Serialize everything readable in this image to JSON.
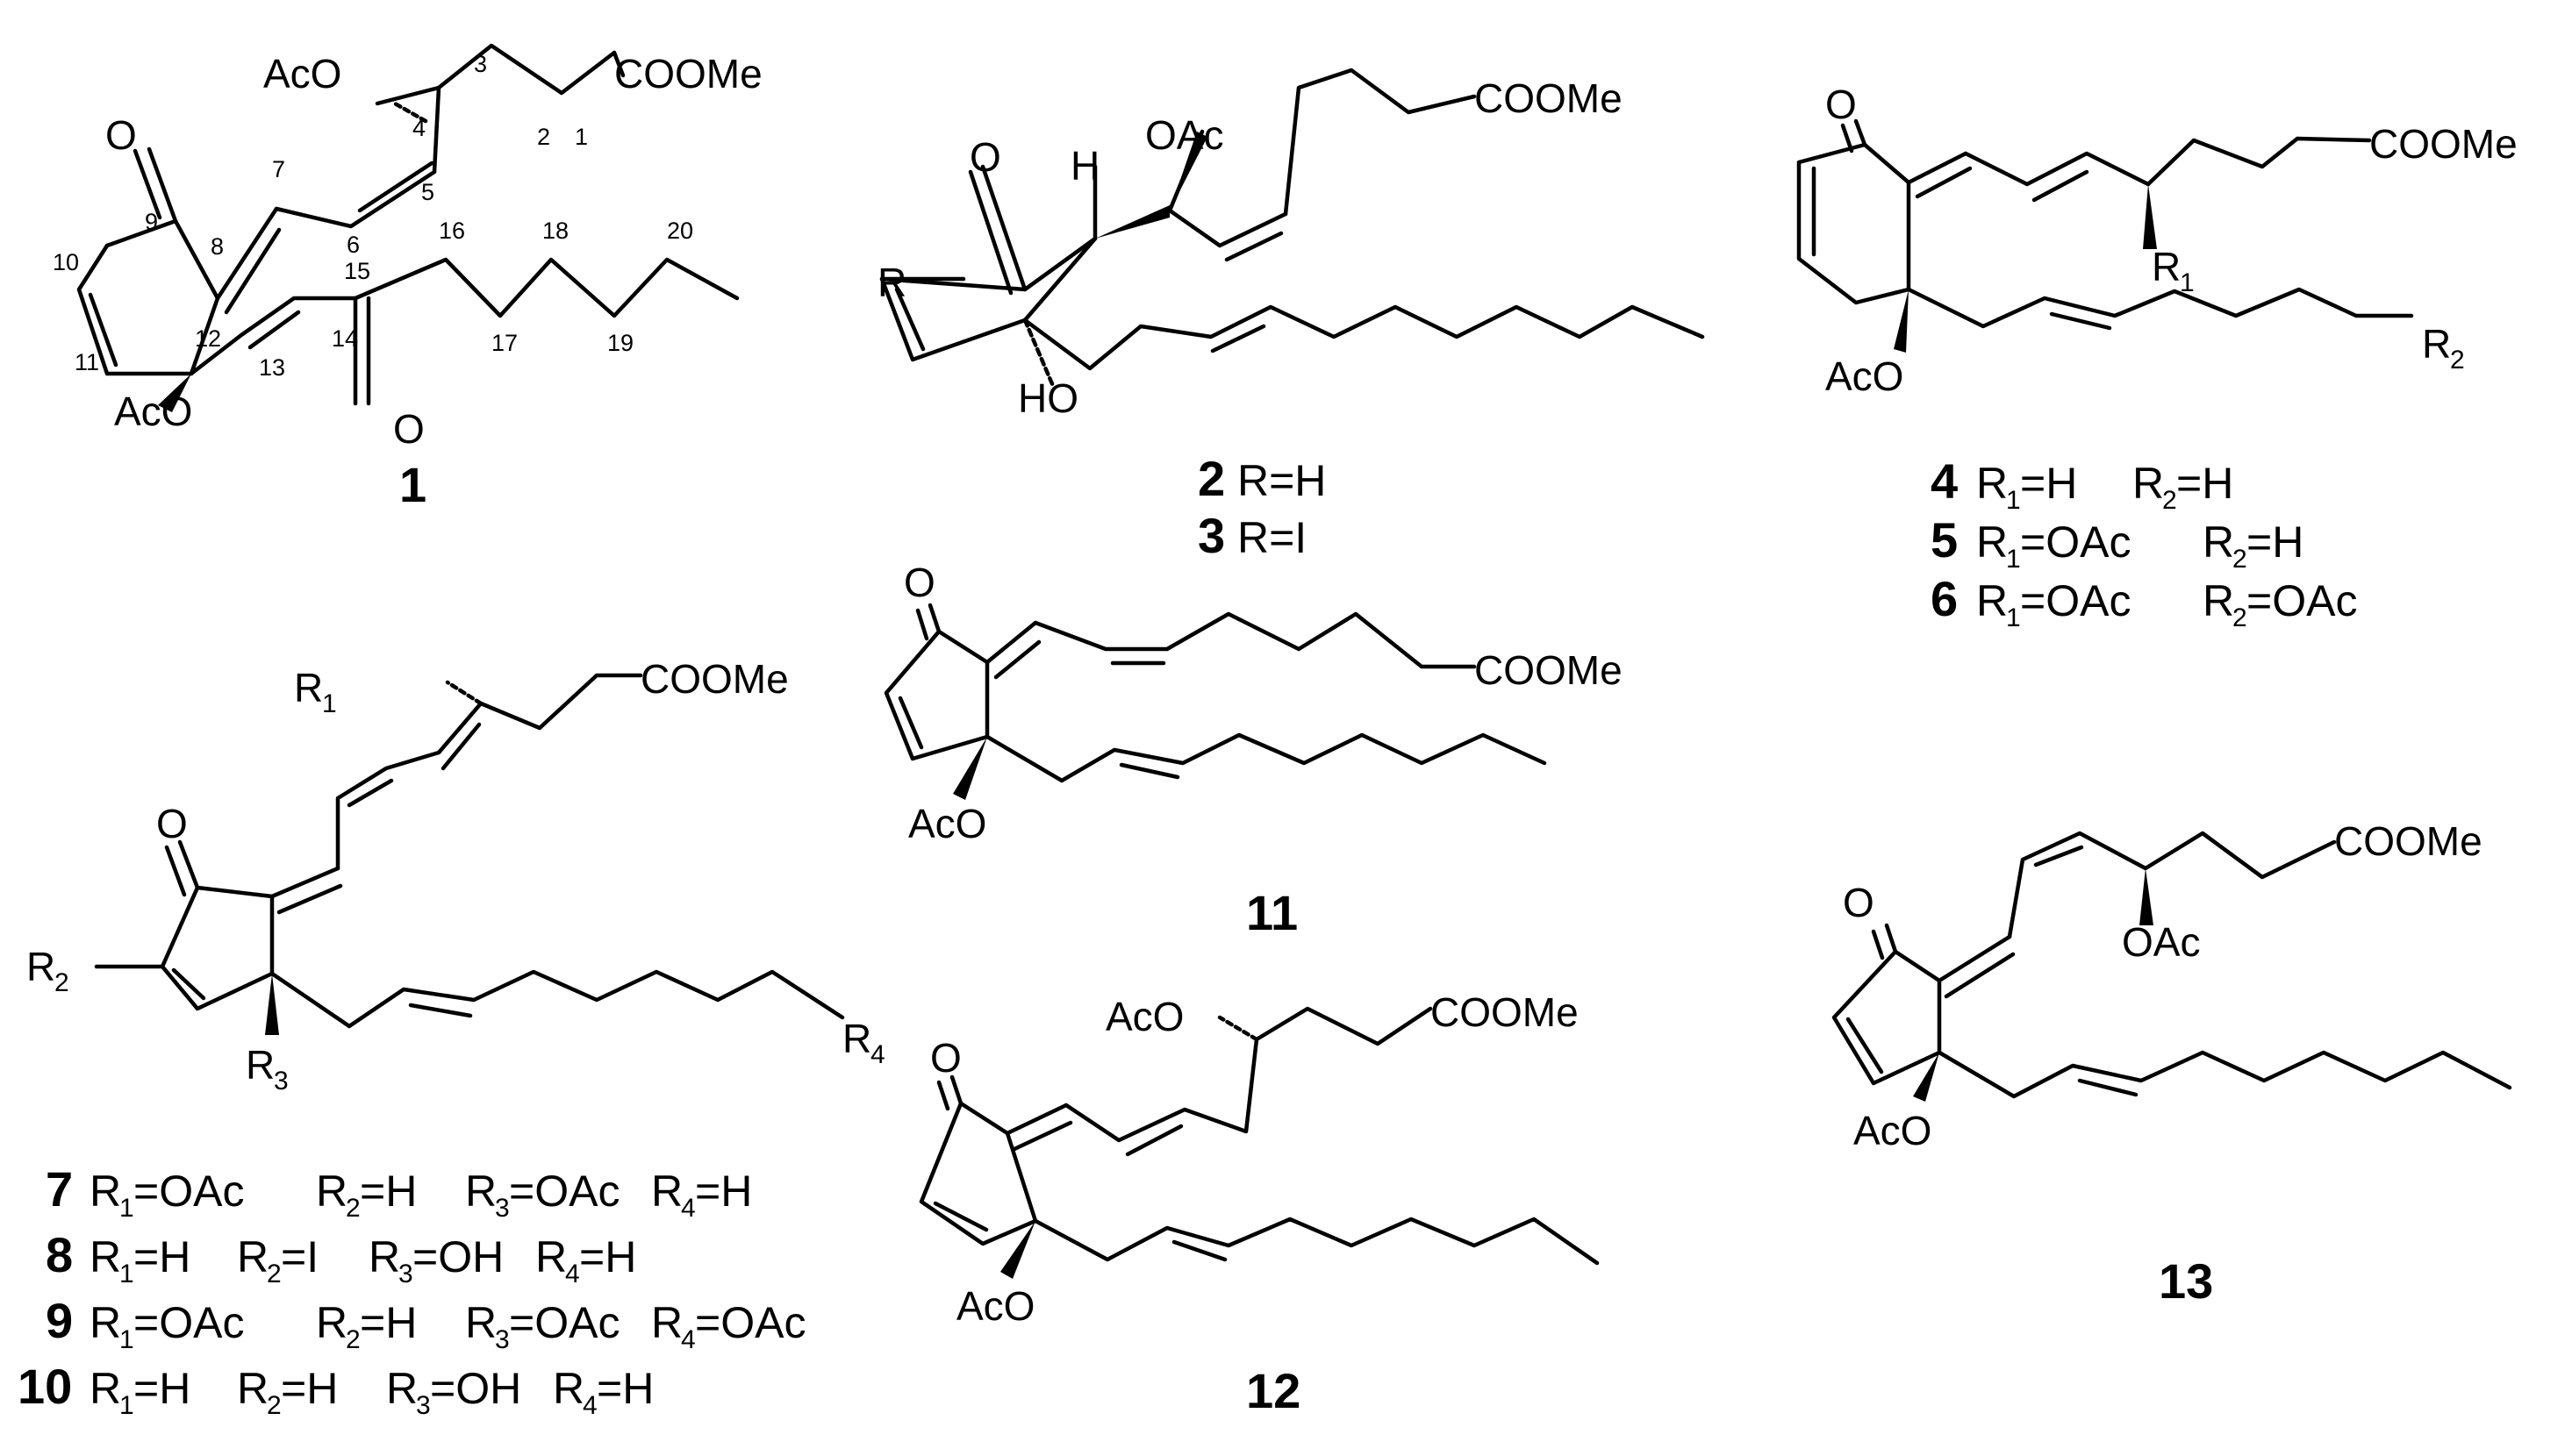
{
  "figure": {
    "colors": {
      "ink": "#000000",
      "background": "#ffffff"
    },
    "compounds": [
      {
        "id": "1",
        "labels": {
          "acetoxy_top": "AcO",
          "ester": "COOMe",
          "ketone_o": "O",
          "acetoxy_bottom": "AcO",
          "ketone_15": "O"
        },
        "locants": [
          "1",
          "2",
          "3",
          "4",
          "5",
          "6",
          "7",
          "8",
          "9",
          "10",
          "11",
          "12",
          "13",
          "14",
          "15",
          "16",
          "17",
          "18",
          "19",
          "20"
        ]
      },
      {
        "id": "2/3",
        "labels": {
          "oac": "OAc",
          "ester": "COOMe",
          "ketone_o": "O",
          "h": "H",
          "r": "R",
          "ho": "HO"
        },
        "variants": [
          {
            "num": "2",
            "text": "R=H"
          },
          {
            "num": "3",
            "text": "R=I"
          }
        ]
      },
      {
        "id": "4-6",
        "labels": {
          "ketone_o": "O",
          "ester": "COOMe",
          "acetoxy": "AcO",
          "r1": "R",
          "r1_sub": "1",
          "r2": "R",
          "r2_sub": "2"
        },
        "variants": [
          {
            "num": "4",
            "r1": "=H",
            "r2": "=H"
          },
          {
            "num": "5",
            "r1": "=OAc",
            "r2": "=H"
          },
          {
            "num": "6",
            "r1": "=OAc",
            "r2": "=OAc"
          }
        ]
      },
      {
        "id": "7-10",
        "labels": {
          "r1": "R",
          "r1_sub": "1",
          "ester": "COOMe",
          "ketone_o": "O",
          "r2": "R",
          "r2_sub": "2",
          "r3": "R",
          "r3_sub": "3",
          "r4": "R",
          "r4_sub": "4"
        },
        "variants": [
          {
            "num": "7",
            "r1": "=OAc",
            "r2": "=H",
            "r3": "=OAc",
            "r4": "=H"
          },
          {
            "num": "8",
            "r1": "=H",
            "r2": "=I",
            "r3": "=OH",
            "r4": "=H"
          },
          {
            "num": "9",
            "r1": "=OAc",
            "r2": "=H",
            "r3": "=OAc",
            "r4": "=OAc"
          },
          {
            "num": "10",
            "r1": "=H",
            "r2": "=H",
            "r3": "=OH",
            "r4": "=H"
          }
        ]
      },
      {
        "id": "11",
        "labels": {
          "ketone_o": "O",
          "ester": "COOMe",
          "acetoxy": "AcO"
        }
      },
      {
        "id": "12",
        "labels": {
          "acetoxy_top": "AcO",
          "ester": "COOMe",
          "ketone_o": "O",
          "acetoxy_bottom": "AcO"
        }
      },
      {
        "id": "13",
        "labels": {
          "ketone_o": "O",
          "ester": "COOMe",
          "oac": "OAc",
          "acetoxy": "AcO"
        }
      }
    ],
    "sub_labels": {
      "r": "R",
      "s1": "1",
      "s2": "2",
      "s3": "3",
      "s4": "4"
    }
  }
}
